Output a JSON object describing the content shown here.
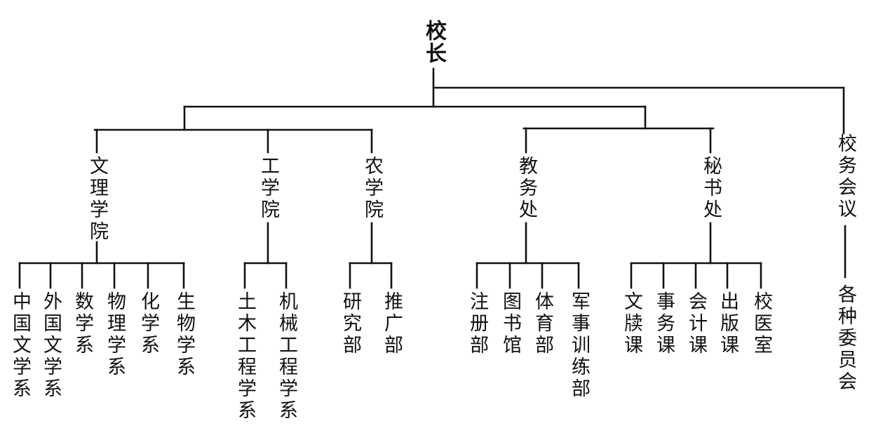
{
  "title": "校长",
  "root": {
    "label": "校长",
    "children": [
      {
        "label": "文理学院",
        "children": [
          "中国文学系",
          "外国文学系",
          "数学系",
          "物理学系",
          "化学系",
          "生物学系"
        ]
      },
      {
        "label": "工学院",
        "children": [
          "土木工程学系",
          "机械工程学系"
        ]
      },
      {
        "label": "农学院",
        "children": [
          "研究部",
          "推广部"
        ]
      },
      {
        "label": "教务处",
        "children": [
          "注册部",
          "图书馆",
          "体育部",
          "军事训练部"
        ]
      },
      {
        "label": "秘书处",
        "children": [
          "文牍课",
          "事务课",
          "会计课",
          "出版课",
          "校医室"
        ]
      },
      {
        "label": "校务会议",
        "children": [
          "各种委员会"
        ]
      }
    ]
  }
}
